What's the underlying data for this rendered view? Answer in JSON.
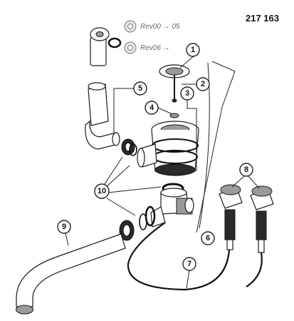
{
  "document_number": "217 163",
  "revisions": [
    "Rev00 → 05",
    "Rev06 →"
  ],
  "callouts": [
    "1",
    "2",
    "3",
    "4",
    "5",
    "6",
    "7",
    "8",
    "9",
    "10"
  ]
}
